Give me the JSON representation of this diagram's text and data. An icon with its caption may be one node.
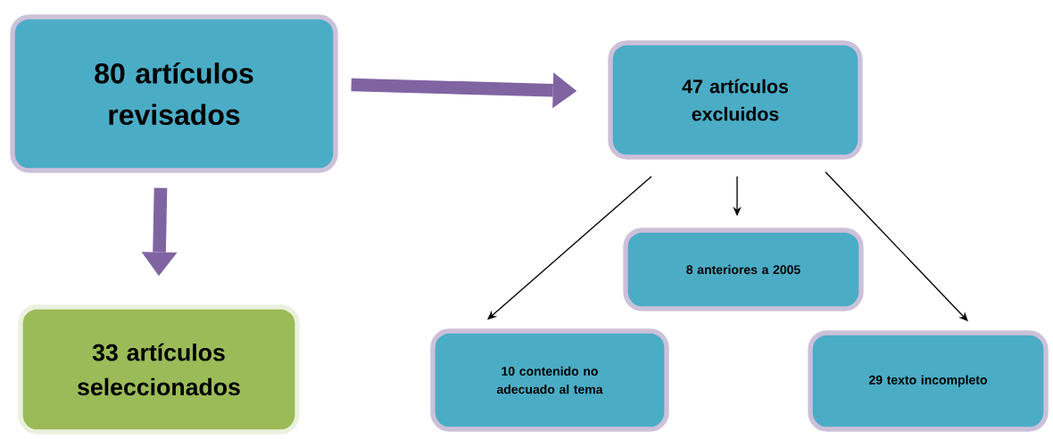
{
  "diagram": {
    "nodes": [
      {
        "text": [
          "80 artículos revisados"
        ]
      },
      {
        "text": [
          "47 artículos excluidos"
        ]
      },
      {
        "text": [
          "33 artículos seleccionados"
        ]
      },
      {
        "text": [
          "8 anteriores a 2005"
        ]
      },
      {
        "text": [
          "10 contenido no adecuado al tema"
        ]
      },
      {
        "text": [
          "29 texto incompleto"
        ]
      }
    ],
    "edges": [
      {
        "from": 0,
        "to": 1,
        "arrow": "to",
        "style": "thick",
        "color": "#8064a2"
      },
      {
        "from": 0,
        "to": 2,
        "arrow": "to",
        "style": "thick",
        "color": "#8064a2"
      },
      {
        "from": 1,
        "to": 4,
        "arrow": "to"
      },
      {
        "from": 1,
        "to": 3,
        "arrow": "to"
      },
      {
        "from": 1,
        "to": 5,
        "arrow": "to"
      }
    ]
  }
}
